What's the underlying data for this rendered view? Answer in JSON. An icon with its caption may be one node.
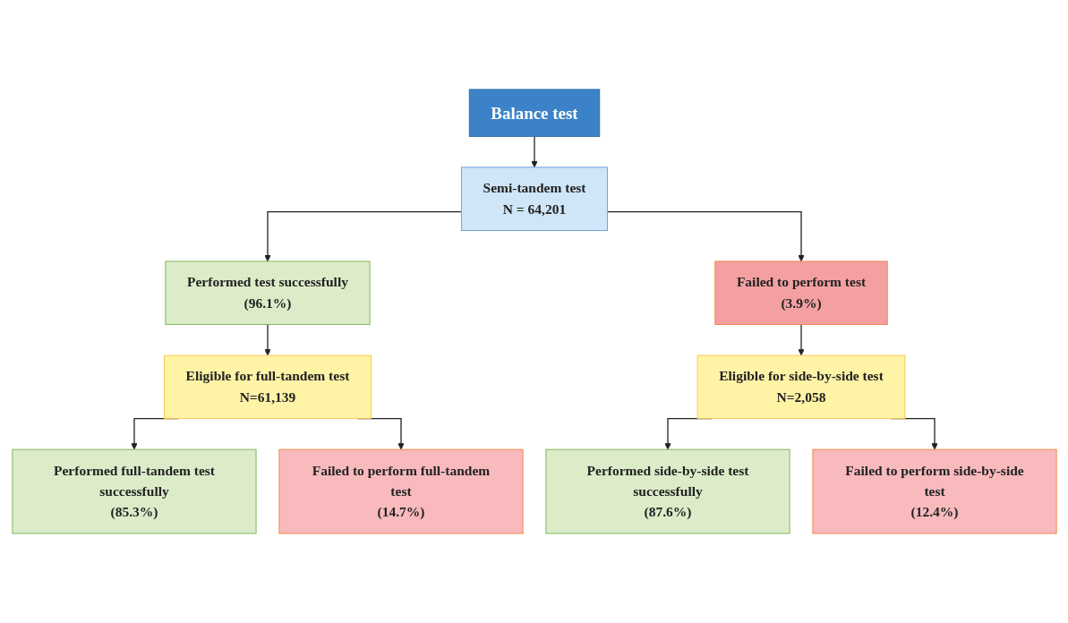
{
  "diagram": {
    "nodes": [
      {
        "text": [
          "Balance test"
        ]
      },
      {
        "text": [
          "Semi-tandem test",
          "N = 64,201"
        ]
      },
      {
        "text": [
          "Performed test successfully",
          "(96.1%)"
        ]
      },
      {
        "text": [
          "Failed to perform test",
          "(3.9%)"
        ]
      },
      {
        "text": [
          "Eligible for full-tandem test",
          "N=61,139"
        ]
      },
      {
        "text": [
          "Eligible for side-by-side test",
          "N=2,058"
        ]
      },
      {
        "text": [
          "Performed full-tandem test successfully",
          "(85.3%)"
        ]
      },
      {
        "text": [
          "Failed to perform full-tandem test",
          "(14.7%)"
        ]
      },
      {
        "text": [
          "Performed side-by-side test successfully",
          "(87.6%)"
        ]
      },
      {
        "text": [
          "Failed to perform side-by-side test",
          "(12.4%)"
        ]
      }
    ],
    "edges": [
      {
        "from": 0,
        "to": 1,
        "arrow": "to"
      },
      {
        "from": 1,
        "to": 2,
        "arrow": "to"
      },
      {
        "from": 1,
        "to": 3,
        "arrow": "to"
      },
      {
        "from": 2,
        "to": 4,
        "arrow": "to"
      },
      {
        "from": 3,
        "to": 5,
        "arrow": "to"
      },
      {
        "from": 4,
        "to": 6,
        "arrow": "to"
      },
      {
        "from": 4,
        "to": 7,
        "arrow": "to"
      },
      {
        "from": 5,
        "to": 8,
        "arrow": "to"
      },
      {
        "from": 5,
        "to": 9,
        "arrow": "to"
      }
    ]
  }
}
